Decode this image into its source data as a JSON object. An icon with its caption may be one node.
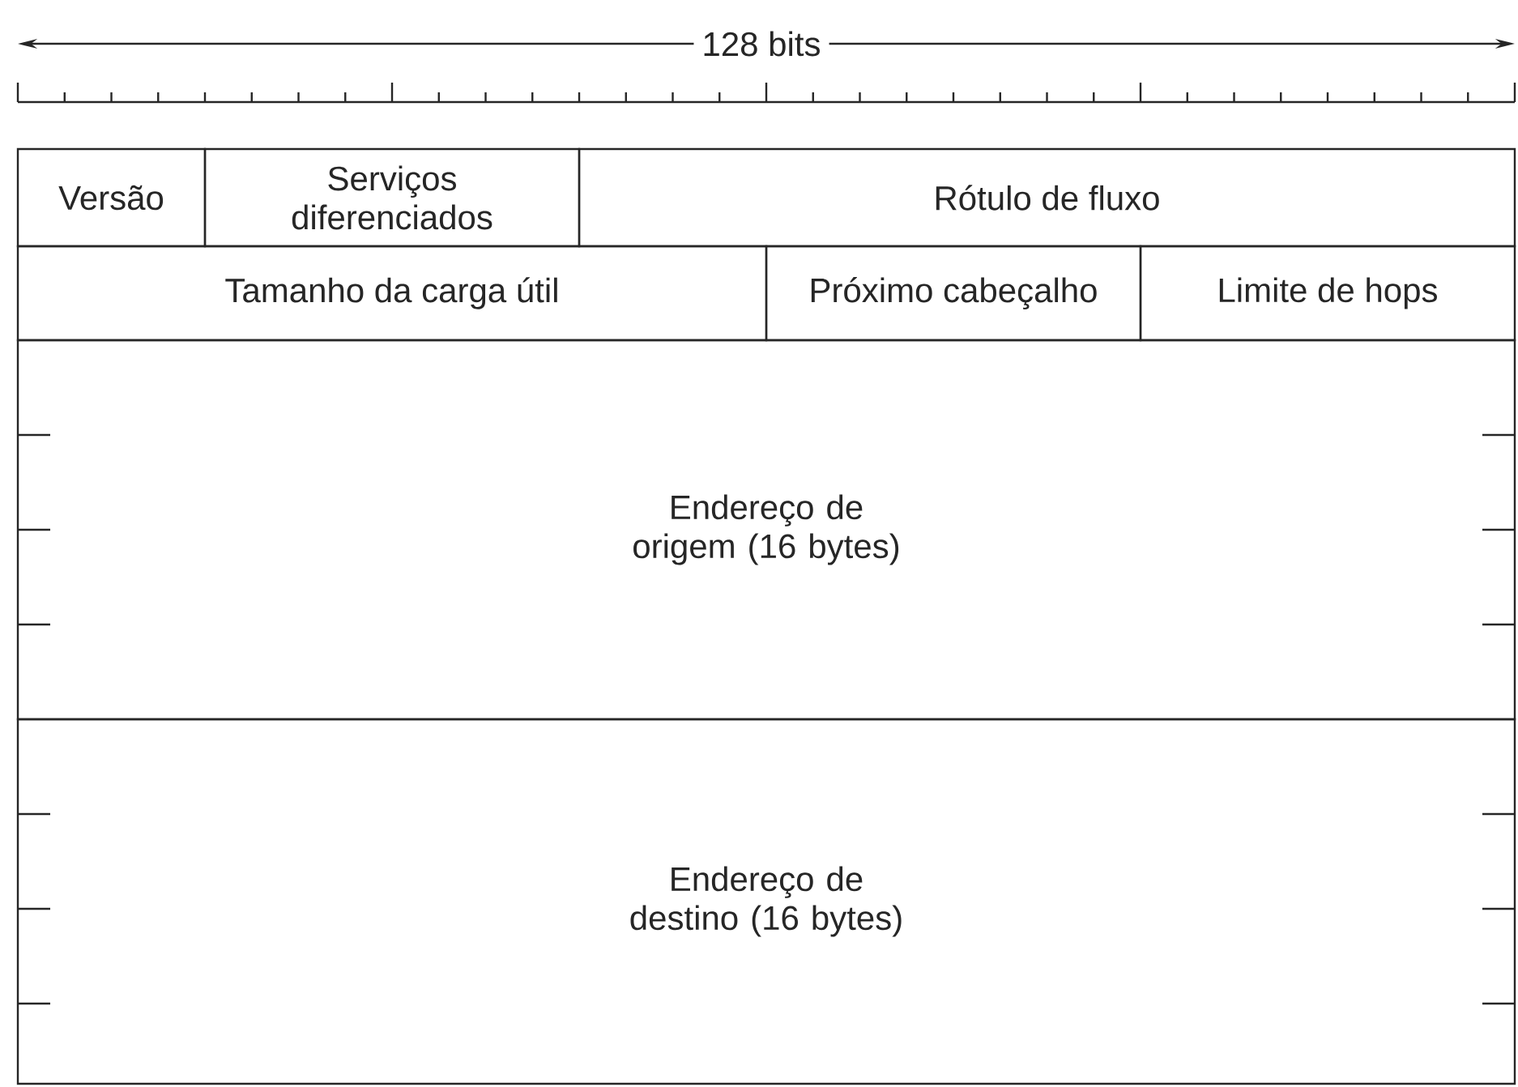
{
  "diagram": {
    "nodes": [
      {
        "text": [
          "Versão"
        ]
      },
      {
        "text": [
          "Serviços diferenciados"
        ]
      },
      {
        "text": [
          "Rótulo de fluxo"
        ]
      },
      {
        "text": [
          "Tamanho da carga útil"
        ]
      },
      {
        "text": [
          "Próximo cabeçalho"
        ]
      },
      {
        "text": [
          "Limite de hops"
        ]
      },
      {
        "text": [
          "Endereço de origem (16 bytes)"
        ]
      },
      {
        "text": [
          "Endereço de destino (16 bytes)"
        ]
      }
    ],
    "labels": [
      "128 bits"
    ]
  }
}
